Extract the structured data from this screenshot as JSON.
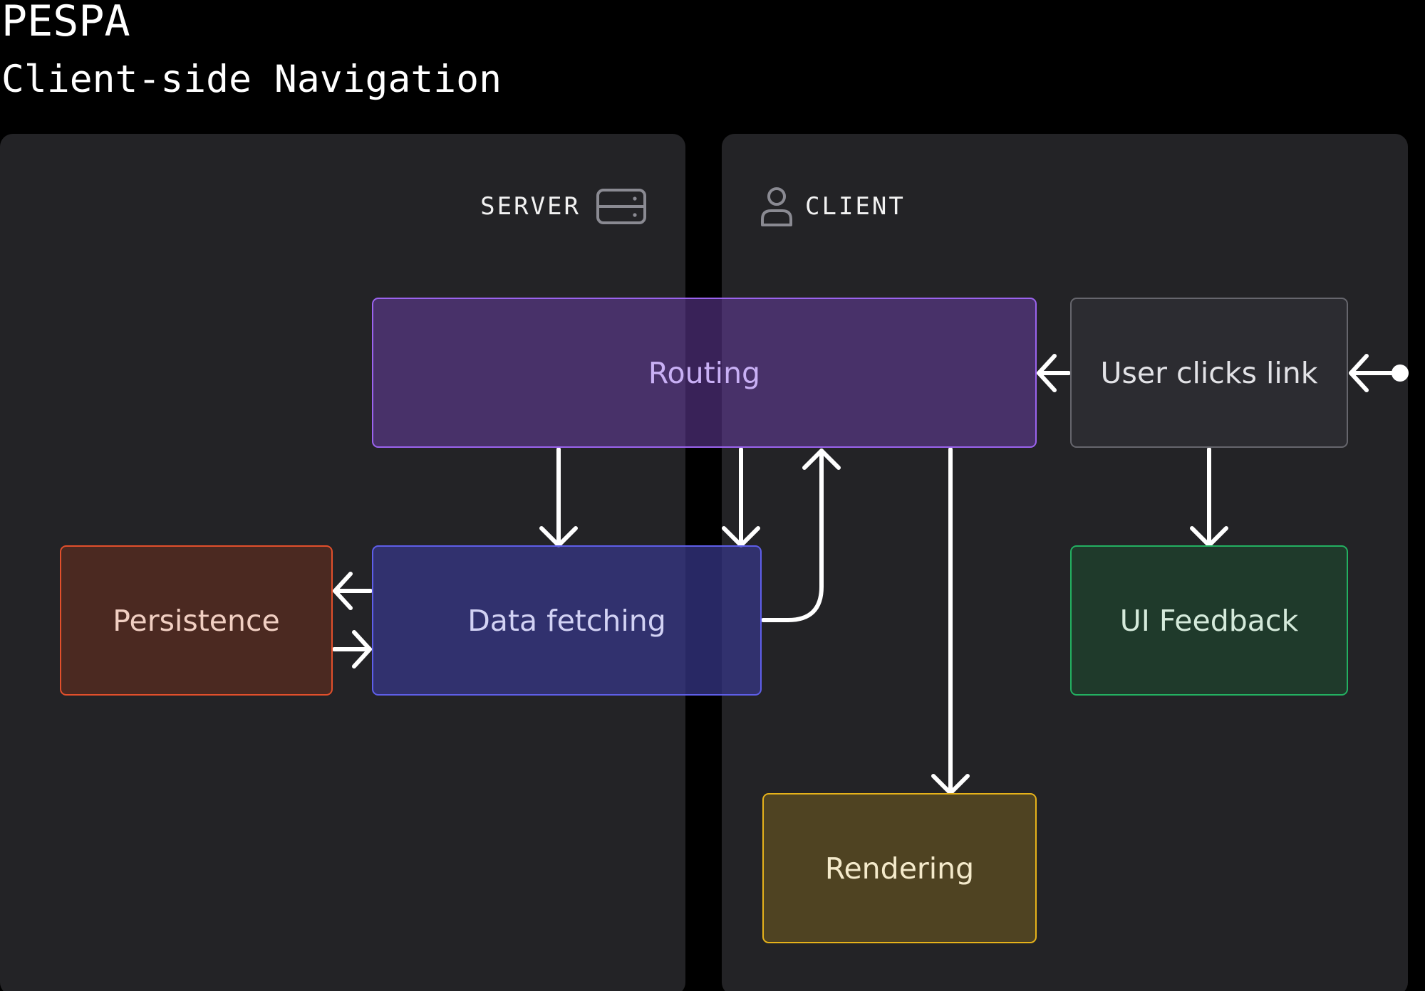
{
  "header": {
    "title": "PESPA",
    "subtitle": "Client-side Navigation"
  },
  "panels": {
    "server": {
      "label": "SERVER",
      "icon": "server-icon"
    },
    "client": {
      "label": "CLIENT",
      "icon": "user-icon"
    }
  },
  "nodes": {
    "routing": {
      "label": "Routing",
      "border_color": "#9b63ee"
    },
    "user_clicks": {
      "label": "User clicks link",
      "border_color": "#66666d"
    },
    "data_fetching": {
      "label": "Data fetching",
      "border_color": "#5e5ee8"
    },
    "persistence": {
      "label": "Persistence",
      "border_color": "#e24f2b"
    },
    "ui_feedback": {
      "label": "UI Feedback",
      "border_color": "#23b061"
    },
    "rendering": {
      "label": "Rendering",
      "border_color": "#e6b21a"
    }
  },
  "colors": {
    "background": "#000000",
    "panel": "#232326",
    "arrow": "#ffffff"
  }
}
